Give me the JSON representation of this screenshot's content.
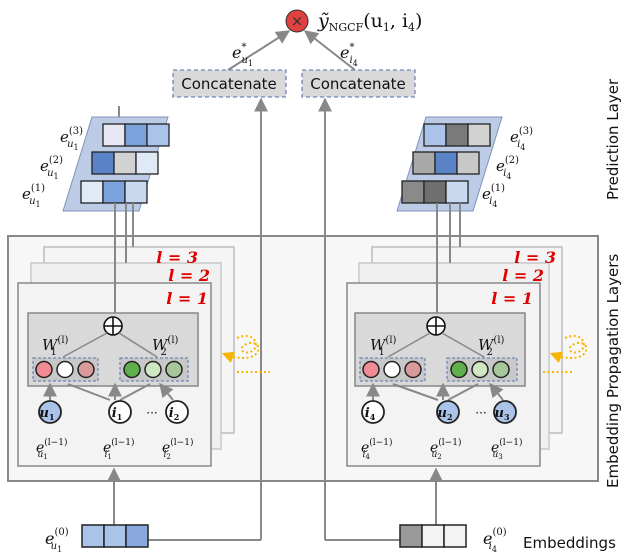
{
  "title": {
    "y_tilde": "ỹ",
    "y_sub": "NGCF",
    "args": "(u",
    "arg1_sub": "1",
    "comma": ", i",
    "arg2_sub": "4",
    "close": ")"
  },
  "concat_labels": {
    "left": "Concatenate",
    "right": "Concatenate"
  },
  "final_emb": {
    "user": {
      "base": "e",
      "sub": "u",
      "subsub": "1",
      "sup": "*"
    },
    "item": {
      "base": "e",
      "sub": "i",
      "subsub": "4",
      "sup": "*"
    }
  },
  "side_labels": {
    "prediction": "Prediction Layer",
    "propagation": "Embedding Propagation Layers",
    "embeddings": "Embeddings"
  },
  "layers": [
    "l = 3",
    "l = 2",
    "l = 1"
  ],
  "user_stack_labels": [
    {
      "sup": "(3)",
      "sub": "u",
      "subsub": "1"
    },
    {
      "sup": "(2)",
      "sub": "u",
      "subsub": "1"
    },
    {
      "sup": "(1)",
      "sub": "u",
      "subsub": "1"
    }
  ],
  "item_stack_labels": [
    {
      "sup": "(3)",
      "sub": "i",
      "subsub": "4"
    },
    {
      "sup": "(2)",
      "sub": "i",
      "subsub": "4"
    },
    {
      "sup": "(1)",
      "sub": "i",
      "subsub": "4"
    }
  ],
  "left_panel": {
    "w1": {
      "base": "W",
      "sup": "(l)",
      "sub": "1"
    },
    "w2": {
      "base": "W",
      "sup": "(l)",
      "sub": "2"
    },
    "nodes": [
      {
        "base": "u",
        "sub": "1",
        "color": "#a9c4e8"
      },
      {
        "base": "i",
        "sub": "1",
        "color": "#ffffff"
      },
      {
        "base": "i",
        "sub": "2",
        "color": "#ffffff"
      }
    ],
    "dots": "···",
    "node_labels": [
      {
        "sub": "u",
        "subsub": "1",
        "sup": "(l−1)"
      },
      {
        "sub": "i",
        "subsub": "1",
        "sup": "(l−1)"
      },
      {
        "sub": "i",
        "subsub": "2",
        "sup": "(l−1)"
      }
    ]
  },
  "right_panel": {
    "w1": {
      "base": "W",
      "sup": "(l)",
      "sub": "1"
    },
    "w2": {
      "base": "W",
      "sup": "(l)",
      "sub": "2"
    },
    "nodes": [
      {
        "base": "i",
        "sub": "4",
        "color": "#ffffff"
      },
      {
        "base": "u",
        "sub": "2",
        "color": "#a9c4e8"
      },
      {
        "base": "u",
        "sub": "3",
        "color": "#a9c4e8"
      }
    ],
    "dots": "···",
    "node_labels": [
      {
        "sub": "i",
        "subsub": "4",
        "sup": "(l−1)"
      },
      {
        "sub": "u",
        "subsub": "2",
        "sup": "(l−1)"
      },
      {
        "sub": "u",
        "subsub": "3",
        "sup": "(l−1)"
      }
    ]
  },
  "input_emb": {
    "user": {
      "base": "e",
      "sub": "u",
      "subsub": "1",
      "sup": "(0)"
    },
    "item": {
      "base": "e",
      "sub": "i",
      "subsub": "4",
      "sup": "(0)"
    }
  },
  "colors": {
    "frame": "#888888",
    "layer_fill": "#f3f3f3",
    "inner_fill": "#d9d9d9",
    "red_label": "#e00000",
    "concat_fill": "#d9d9d9",
    "dashed": "#6e86b8",
    "parallelogram": "#bccbe6",
    "orange": "#f7b500",
    "node_pink": "#f08a94",
    "node_mauve": "#d89a9a",
    "node_green": "#5fb04a",
    "node_lightgreen": "#cfe6c3",
    "node_sage": "#a6c79a"
  }
}
